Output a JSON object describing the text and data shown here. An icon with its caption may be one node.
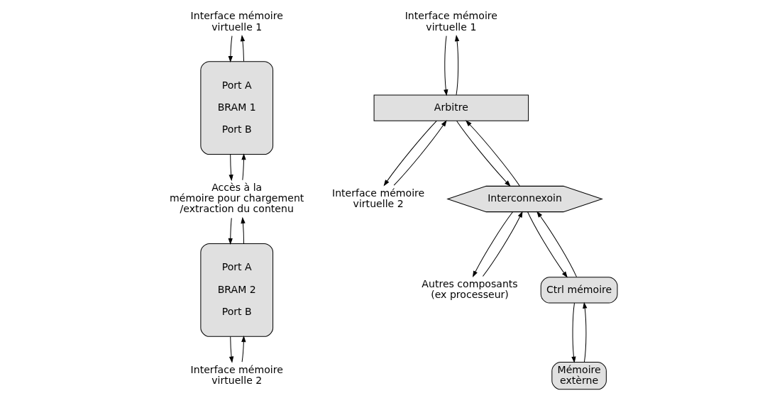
{
  "diagram": {
    "nodes": [
      {
        "text": [
          "Interface mémoire virtuelle 1"
        ]
      },
      {
        "text": [
          "Interface mémoire virtuelle 2"
        ]
      },
      {
        "text": [
          "Port A",
          "BRAM 1",
          "Port B"
        ]
      },
      {
        "text": [
          "Port A",
          "BRAM 2",
          "Port B"
        ]
      },
      {
        "text": [
          "Accès à la mémoire pour chargement /extraction du contenu"
        ]
      },
      {
        "text": [
          "Interface mémoire virtuelle 1"
        ]
      },
      {
        "text": [
          "Interface mémoire virtuelle 2"
        ]
      },
      {
        "text": [
          "Arbitre"
        ]
      },
      {
        "text": [
          "Autres composants (ex processeur)"
        ]
      },
      {
        "text": [
          "Interconnexoin"
        ]
      },
      {
        "text": [
          "Ctrl mémoire"
        ]
      },
      {
        "text": [
          "Mémoire extèrne"
        ]
      }
    ],
    "edges": [
      {
        "from": 0,
        "to": 2,
        "arrow": "to"
      },
      {
        "from": 2,
        "to": 0,
        "arrow": "to"
      },
      {
        "from": 1,
        "to": 3,
        "arrow": "to"
      },
      {
        "from": 3,
        "to": 1,
        "arrow": "to"
      },
      {
        "from": 2,
        "to": 4,
        "arrow": "to"
      },
      {
        "from": 4,
        "to": 2,
        "arrow": "to"
      },
      {
        "from": 3,
        "to": 4,
        "arrow": "to"
      },
      {
        "from": 4,
        "to": 3,
        "arrow": "to"
      },
      {
        "from": 5,
        "to": 7,
        "arrow": "to"
      },
      {
        "from": 7,
        "to": 5,
        "arrow": "to"
      },
      {
        "from": 6,
        "to": 7,
        "arrow": "to"
      },
      {
        "from": 7,
        "to": 6,
        "arrow": "to"
      },
      {
        "from": 7,
        "to": 9,
        "arrow": "to"
      },
      {
        "from": 9,
        "to": 7,
        "arrow": "to"
      },
      {
        "from": 8,
        "to": 9,
        "arrow": "to"
      },
      {
        "from": 9,
        "to": 8,
        "arrow": "to"
      },
      {
        "from": 9,
        "to": 10,
        "arrow": "to"
      },
      {
        "from": 10,
        "to": 9,
        "arrow": "to"
      },
      {
        "from": 10,
        "to": 11,
        "arrow": "to"
      },
      {
        "from": 11,
        "to": 10,
        "arrow": "to"
      }
    ]
  }
}
